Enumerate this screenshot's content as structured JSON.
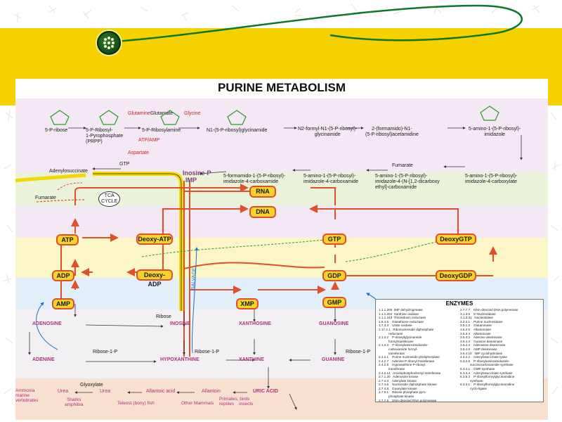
{
  "slide": {
    "accent_yellow": "#f6d100",
    "orbit_color": "#0a7a2a"
  },
  "diagram": {
    "title": "PURINE METABOLISM",
    "band_colors": [
      "#f3e8f3",
      "#eaf3da",
      "#f3e8f3",
      "#fbf6c8",
      "#e2effa",
      "#f2f0f2",
      "#f8e0d0"
    ],
    "top_row": [
      "5-P-ribose",
      "5-P-Ribosyl-\n1-Pyrophosphate\n(PRPP)",
      "5-P-Ribosylamine",
      "N1-(5-P-ribosyl)glycinamide",
      "N2-formyl-N1-(5-P-ribosyl)-\nglycinamide",
      "2-(formamido)-N1-\n(5-P-ribosyl)acetamidine",
      "5-amino-1-(5-P-ribosyl)-\nimidazole"
    ],
    "second_row": [
      "Adenylosuccinate",
      "Inosine-P",
      "IMP",
      "5-formamido-1-(5-P-ribosyl)-\nimidazole-4-carboxamide",
      "5-amino-1-(5-P-ribosyl)-\nimidazole-4-carboxamide",
      "5-amino-1-(5-P-ribosyl)-\nimidazole-4-(N-[1,2-dicarboxy\nethyl]-carboxamide",
      "5-amino-1-(5-P-ribosyl)-\nimidazole-4-carboxylate"
    ],
    "reagents": {
      "glutamine": "Glutamine",
      "glutamate": "Glutamate",
      "glycine": "Glycine",
      "aspartate": "Aspartate",
      "fumarate": "Fumarate",
      "gtp": "GTP",
      "atp_amp": "ATP/AMP",
      "tca_cycle": "TCA\nCYCLE",
      "fumarate_left": "Fumarate"
    },
    "nodes": {
      "rna": "RNA",
      "dna": "DNA",
      "atp": "ATP",
      "adp": "ADP",
      "amp": "AMP",
      "deoxy_atp": "Deoxy-ATP",
      "deoxy_adp": "Deoxy-ADP",
      "gtp": "GTP",
      "gdp": "GDP",
      "gmp": "GMP",
      "xmp": "XMP",
      "deoxy_gtp": "DeoxyGTP",
      "deoxy_gdp": "DeoxyGDP"
    },
    "lower_compounds": {
      "adenosine": "ADENOSINE",
      "inosine": "INOSINE",
      "xanthosine": "XANTHOSINE",
      "guanosine": "GUANOSINE",
      "adenine": "ADENINE",
      "hypoxanthine": "HYPOXANTHINE",
      "xanthine": "XANTHINE",
      "guanine": "GUANINE",
      "uric_acid": "URIC ACID",
      "allantoin": "Allantoin",
      "allantoic_acid": "Allantoic acid",
      "glyoxylate": "Glyoxylate",
      "urea": "Urea",
      "ribose": "Ribose",
      "ribose_1p": "Ribose-1-P",
      "salvage": "SALVAGE"
    },
    "footer_organisms": {
      "ammonia": "Ammonia\nmarine\nvertebrates",
      "sharks": "Sharks\namphibia",
      "teleost": "Teleost (bony) fish",
      "other_mammals": "Other Mammals",
      "primates": "Primates, birds\nreptiles    insects"
    },
    "enzymes": {
      "title": "ENZYMES",
      "col1": "1.1.1.205  IMP dehydrogenase\n1.1.1.204  Xanthine oxidase\n1.1.1.243  Thioredoxin reductase\n1.6.4.5    Glutathione reductase\n1.7.3.3    Urate oxidase\n1.17.4.1   Ribonucleoside diphosphate\n           reductase\n2.1.2.2    P-ribosylglycinamide\n           formyltransferase\n2.1.2.3    P-ribosylaminoimidazole-\n           carboxamide formyl-\n           transferase\n2.4.2.1    Purine nucleoside phosphorylase\n2.4.2.7    Adenine P-ribosyl transferase\n2.4.2.8    Hypoxanthine P-ribosyl\n           transferase\n2.4.2.14   Amidophosphoribosyl transferase\n2.7.1.20   Adenosine kinase\n2.7.4.3    Adenylate kinase\n2.7.4.6    Nucleoside diphosphate kinase\n2.7.4.8    Guanylate kinase\n2.7.6.1    Ribose phosphate pyro-\n           phosphate kinase\n2.7.7.6    DNA-directed RNA polymerase",
      "col2": "2.7.7.7    DNA-directed DNA polymerase\n3.1.3.5    5'-Nucleotidase\n3.1.3.31   Nucleotidase\n3.2.2.1    Purine nucleosidase\n3.5.1.2    Glutaminase\n3.5.2.5    Allantoinase\n3.5.3.4    Allantoicase\n3.5.4.2    Adenine deaminase\n3.5.4.3    Guanine deaminase\n3.5.4.4    Adenosine deaminase\n3.5.4.6    AMP deaminase\n3.5.4.10   IMP cyclohydrolase\n4.3.2.2    Adenylosuccinate lyase\n6.3.2.6    P-ribosylaminoimidazole-\n           succinocarboxamide synthase\n6.3.4.1    GMP synthase\n6.3.4.4    Adenylosuccinate synthase\n6.3.5.3    P-ribosylformylglycinamidine\n           synthase\n6.3.3.1    P-ribosylformylglycinamidine\n           cyclo-ligase"
    }
  }
}
